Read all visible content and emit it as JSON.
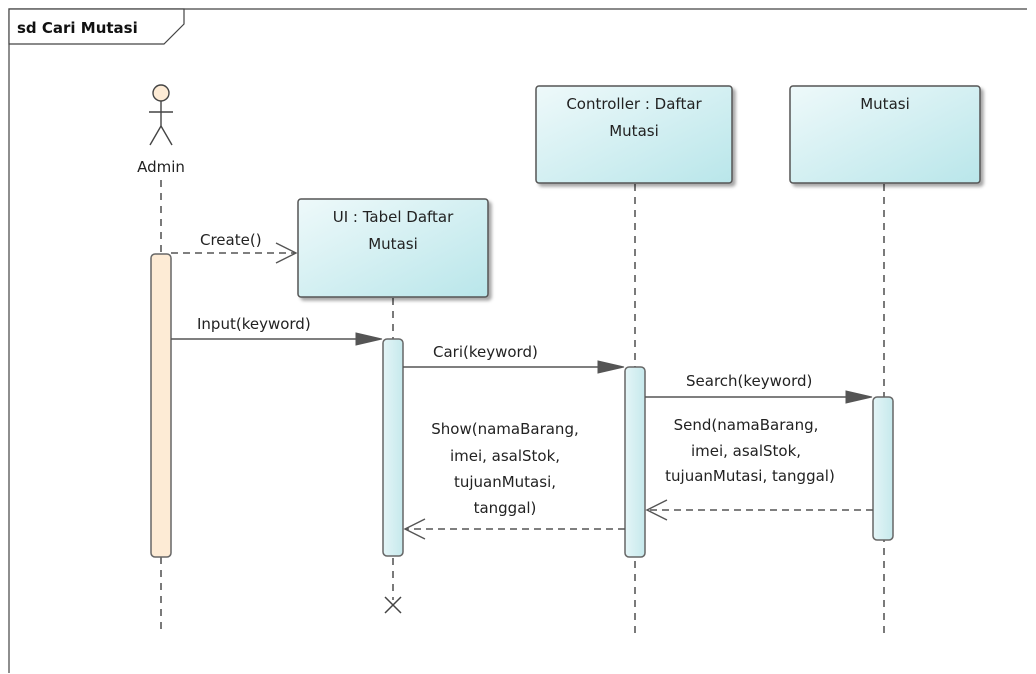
{
  "frame": {
    "title": "sd Cari Mutasi"
  },
  "actor": {
    "name": "Admin"
  },
  "lifelines": {
    "ui": [
      "UI : Tabel Daftar",
      "Mutasi"
    ],
    "controller": [
      "Controller : Daftar",
      "Mutasi"
    ],
    "mutasi": [
      "Mutasi"
    ]
  },
  "messages": {
    "create": "Create()",
    "input": "Input(keyword)",
    "cari": "Cari(keyword)",
    "search": "Search(keyword)",
    "send": [
      "Send(namaBarang,",
      "imei, asalStok,",
      "tujuanMutasi, tanggal)"
    ],
    "show": [
      "Show(namaBarang,",
      "imei, asalStok,",
      "tujuanMutasi,",
      "tanggal)"
    ]
  },
  "colors": {
    "lifeline_box_light": "#eef9fa",
    "lifeline_box_dark": "#b9e6ea",
    "actor_activation": "#fdebd5",
    "object_activation": "#cfecef",
    "line": "#555555"
  },
  "icons": {
    "actor": "stick-figure-icon",
    "destroy": "destroy-x-icon"
  }
}
